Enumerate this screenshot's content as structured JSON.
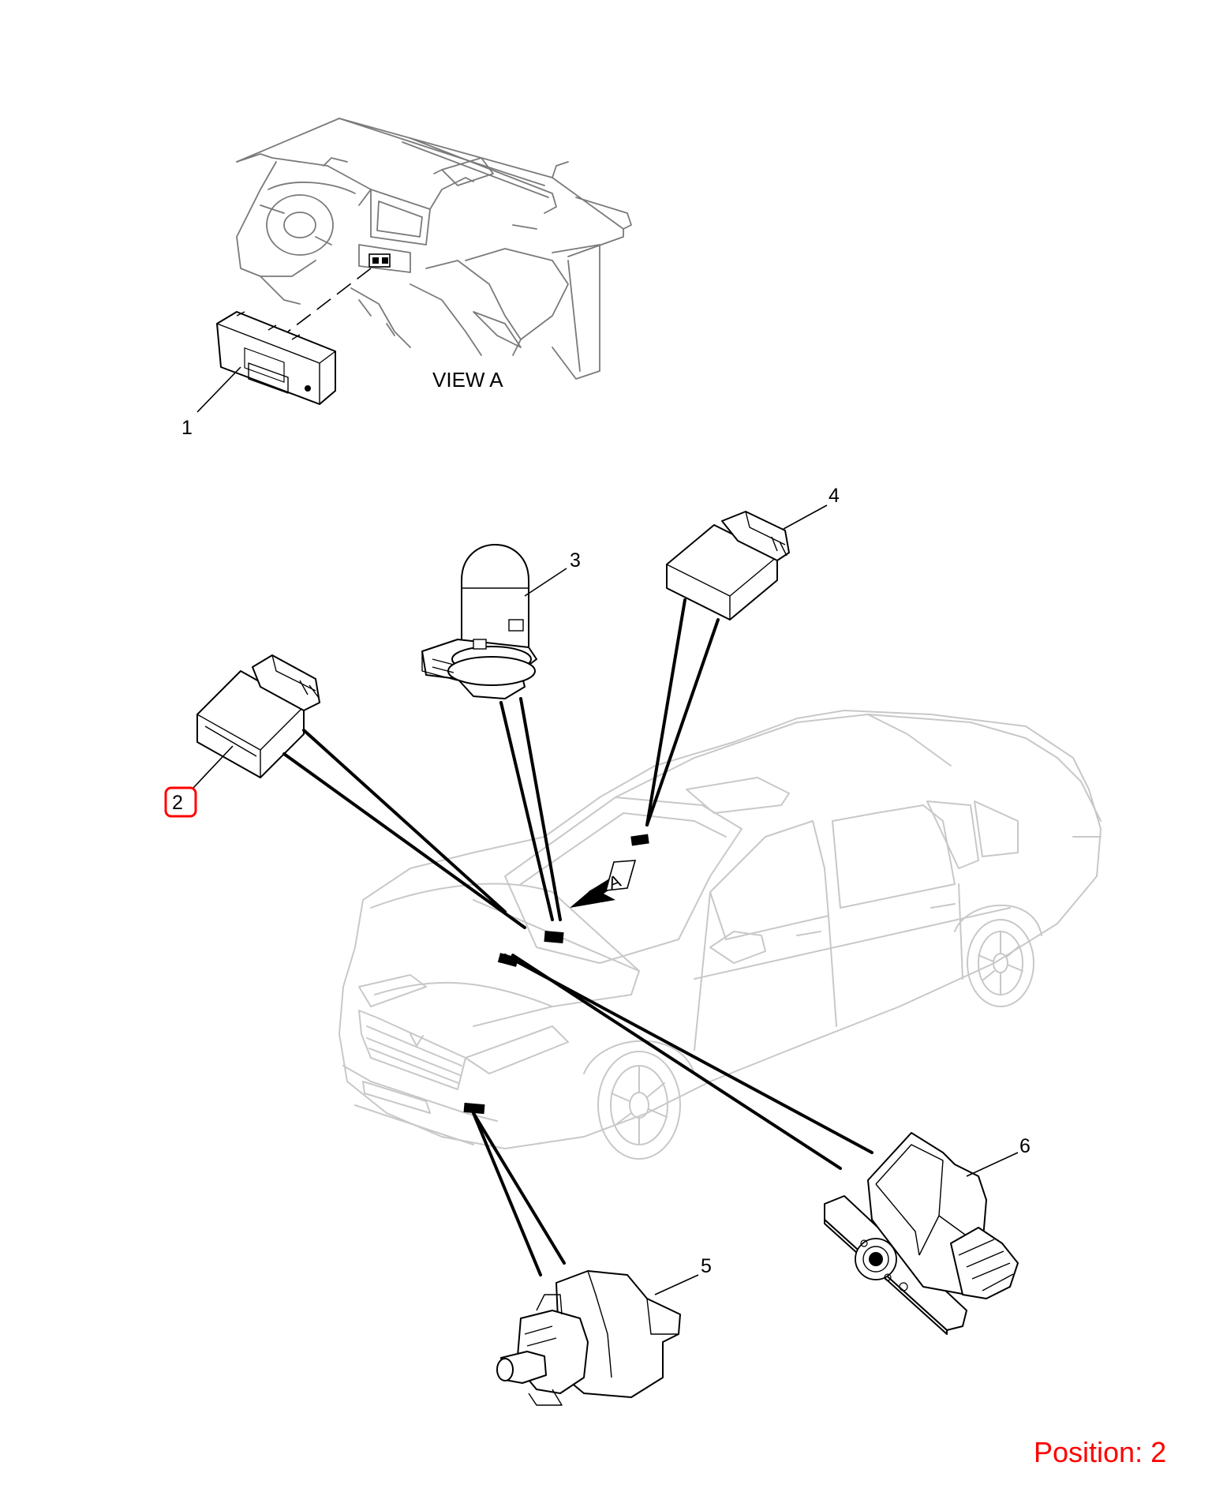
{
  "view_label": "VIEW  A",
  "view_arrow_label": "A",
  "position_text": "Position: 2",
  "highlight_color": "#ff0000",
  "callouts": [
    "1",
    "2",
    "3",
    "4",
    "5",
    "6"
  ],
  "selected_callout": "2"
}
